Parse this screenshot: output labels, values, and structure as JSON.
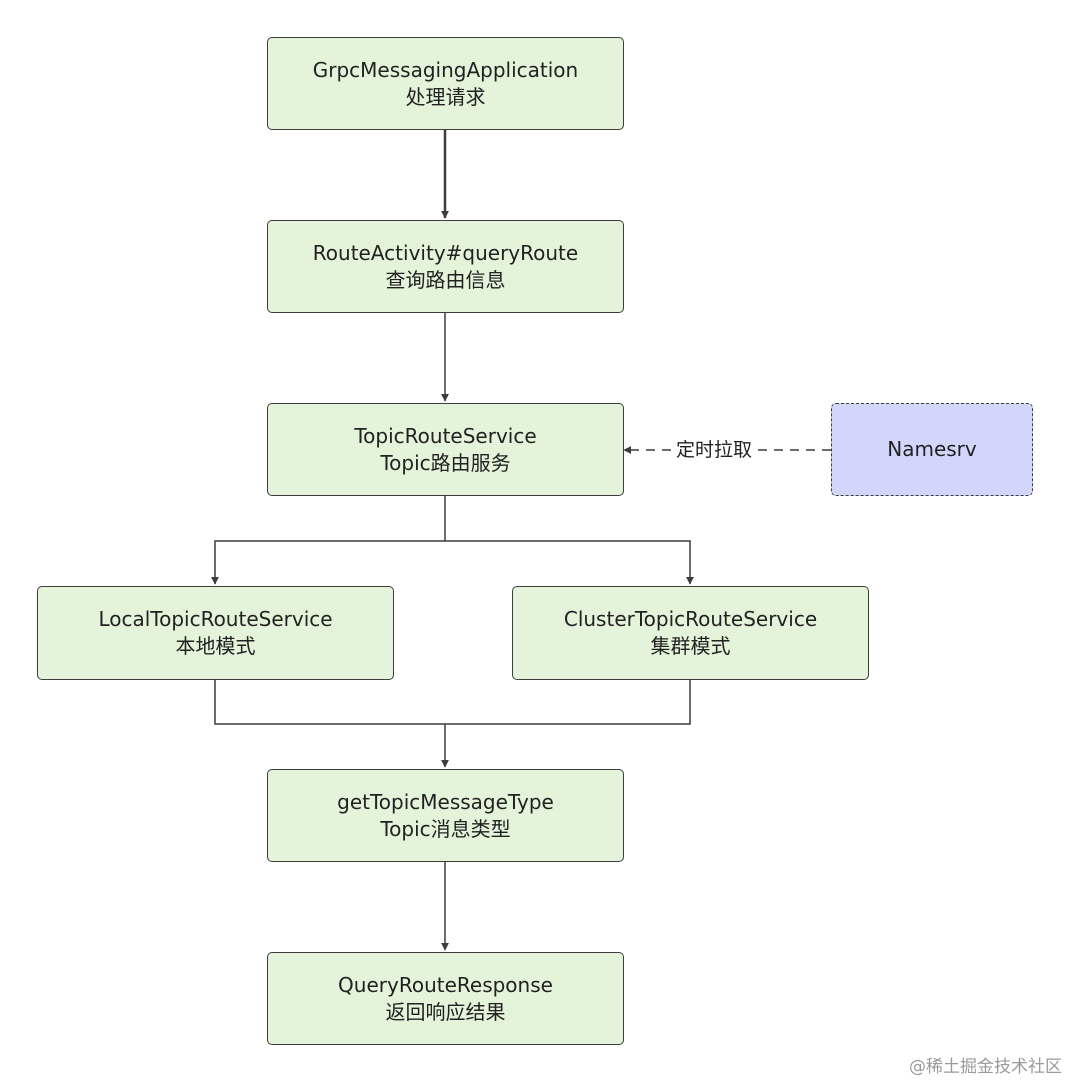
{
  "nodes": {
    "grpc_app": {
      "title": "GrpcMessagingApplication",
      "subtitle": "处理请求"
    },
    "route_activity": {
      "title": "RouteActivity#queryRoute",
      "subtitle": "查询路由信息"
    },
    "topic_route_service": {
      "title": "TopicRouteService",
      "subtitle": "Topic路由服务"
    },
    "namesrv": {
      "title": "Namesrv"
    },
    "local_service": {
      "title": "LocalTopicRouteService",
      "subtitle": "本地模式"
    },
    "cluster_service": {
      "title": "ClusterTopicRouteService",
      "subtitle": "集群模式"
    },
    "get_type": {
      "title": "getTopicMessageType",
      "subtitle": "Topic消息类型"
    },
    "response": {
      "title": "QueryRouteResponse",
      "subtitle": "返回响应结果"
    }
  },
  "edges": {
    "namesrv_pull_label": "定时拉取"
  },
  "watermark": "@稀土掘金技术社区",
  "colors": {
    "node_fill": "#e3f4da",
    "external_fill": "#d3d6fb",
    "stroke": "#3d3d3d"
  }
}
